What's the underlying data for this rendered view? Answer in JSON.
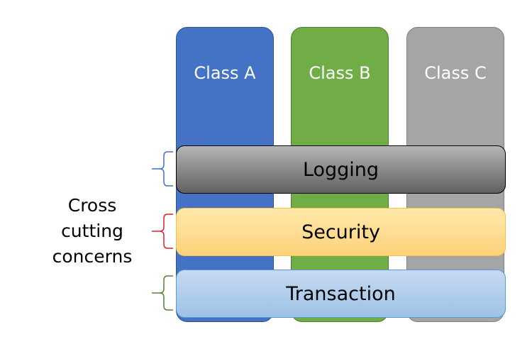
{
  "classes": [
    {
      "label": "Class A",
      "color": "#4472C4",
      "border": "#2F528F"
    },
    {
      "label": "Class B",
      "color": "#70AD47",
      "border": "#507E32"
    },
    {
      "label": "Class C",
      "color": "#A5A5A5",
      "border": "#7F7F7F"
    }
  ],
  "concerns": [
    {
      "label": "Logging",
      "fill_top": "#B5B5B5",
      "fill_bottom": "#606060",
      "border": "#000000",
      "brace_color": "#4472C4"
    },
    {
      "label": "Security",
      "fill_top": "#FFE8AA",
      "fill_bottom": "#FFD27A",
      "border": "#F5C04A",
      "brace_color": "#E0202A"
    },
    {
      "label": "Transaction",
      "fill_top": "#C6D9F1",
      "fill_bottom": "#9DC3E6",
      "border": "#5B9BD5",
      "brace_color": "#548235"
    }
  ],
  "side_label": {
    "line1": "Cross",
    "line2": "cutting",
    "line3": "concerns"
  }
}
